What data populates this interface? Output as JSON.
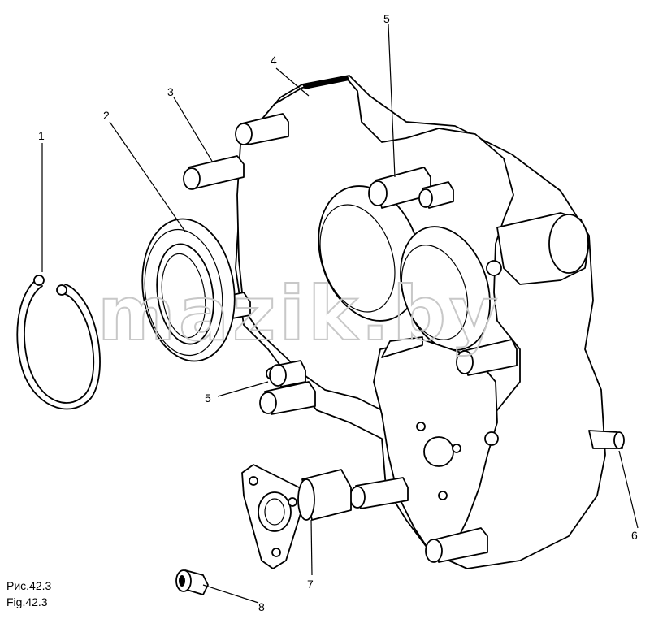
{
  "watermark": "mazik.by",
  "caption": {
    "ru": "Рис.42.3",
    "en": "Fig.42.3"
  },
  "callouts": [
    {
      "id": "1",
      "text": "1"
    },
    {
      "id": "2",
      "text": "2"
    },
    {
      "id": "3",
      "text": "3"
    },
    {
      "id": "4",
      "text": "4"
    },
    {
      "id": "5a",
      "text": "5"
    },
    {
      "id": "5b",
      "text": "5"
    },
    {
      "id": "6",
      "text": "6"
    },
    {
      "id": "7",
      "text": "7"
    },
    {
      "id": "8",
      "text": "8"
    }
  ]
}
